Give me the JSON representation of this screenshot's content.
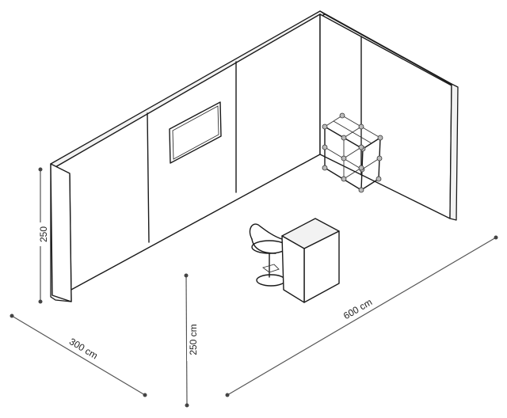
{
  "dimensions": {
    "wall_height": "250",
    "floor_height": "250 cm",
    "depth": "300 cm",
    "length": "600 cm"
  }
}
